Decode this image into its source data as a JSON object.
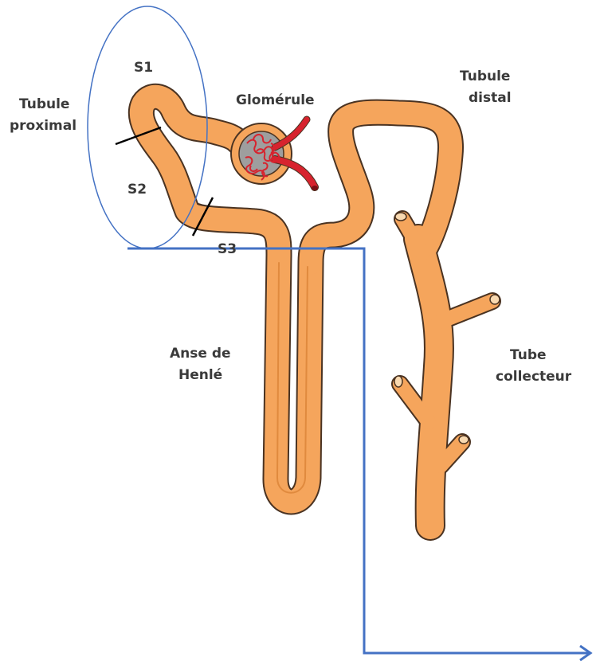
{
  "labels": {
    "tubule_proximal": [
      "Tubule",
      "proximal"
    ],
    "s1": "S1",
    "s2": "S2",
    "s3": "S3",
    "glomerule": "Glomérule",
    "tubule_distal": [
      "Tubule",
      "distal"
    ],
    "anse_henle": [
      "Anse de",
      "Henlé"
    ],
    "tube_collecteur": [
      "Tube",
      "collecteur"
    ]
  },
  "colors": {
    "tubule_fill": "#F5A55C",
    "tubule_outline": "#4A3322",
    "glomerulus_red": "#D7232E",
    "capsule_grey": "#9E9E9E",
    "annotation_blue": "#4472C4",
    "label_text": "#3A3A3A"
  }
}
